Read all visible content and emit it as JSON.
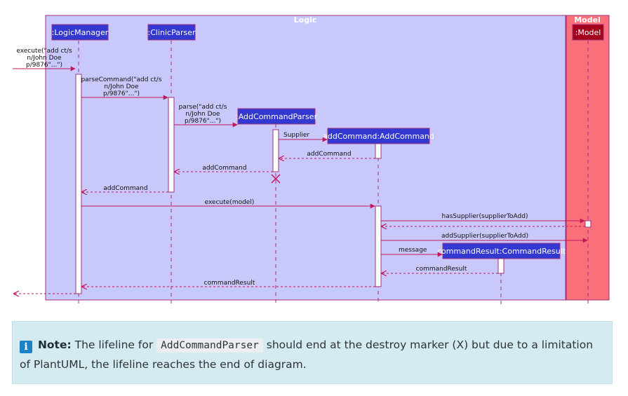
{
  "diagram": {
    "boundaries": {
      "logic": "Logic",
      "model": "Model"
    },
    "participants": {
      "logic_manager": ":LogicManager",
      "clinic_parser": ":ClinicParser",
      "add_command_parser": ":AddCommandParser",
      "add_command": "addCommand:AddCommand",
      "command_result": "commandResult:CommandResult",
      "model": ":Model"
    },
    "messages": {
      "execute_in": [
        "execute(\"add ct/s",
        "n/John Doe",
        "p/9876\"...\")"
      ],
      "parse_command": [
        "parseCommand(\"add ct/s",
        "n/John Doe",
        "p/9876\"...\")"
      ],
      "parse": [
        "parse(\"add ct/s",
        "n/John Doe",
        "p/9876\"...\")"
      ],
      "supplier": "Supplier",
      "add_command_return_1": "addCommand",
      "add_command_return_2": "addCommand",
      "add_command_return_3": "addCommand",
      "execute_model": "execute(model)",
      "has_supplier": "hasSupplier(supplierToAdd)",
      "add_supplier": "addSupplier(supplierToAdd)",
      "message": "message",
      "command_result_return_1": "commandResult",
      "command_result_return_2": "commandResult"
    },
    "colors": {
      "logic_fill": "#c8c8fa",
      "model_fill": "#f9707b",
      "participant_fill": "#3238d0",
      "model_participant_fill": "#a3001d",
      "arrow": "#c2185b"
    }
  },
  "note": {
    "icon": "info-icon",
    "label": "Note:",
    "text_before": "The lifeline for",
    "code": "AddCommandParser",
    "text_after": "should end at the destroy marker (X) but due to a limitation of PlantUML, the lifeline reaches the end of diagram."
  }
}
